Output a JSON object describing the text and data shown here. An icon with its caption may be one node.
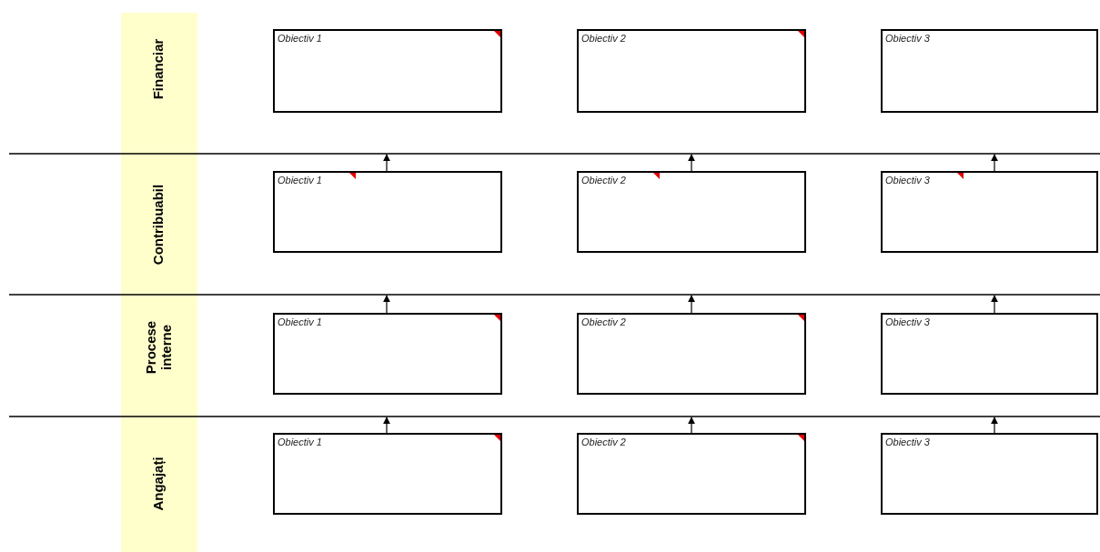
{
  "diagram": {
    "nodes": [
      {
        "text": [
          "Obiectiv 1"
        ]
      },
      {
        "text": [
          "Obiectiv 2"
        ]
      },
      {
        "text": [
          "Obiectiv 3"
        ]
      },
      {
        "text": [
          "Obiectiv 1"
        ]
      },
      {
        "text": [
          "Obiectiv 2"
        ]
      },
      {
        "text": [
          "Obiectiv 3"
        ]
      },
      {
        "text": [
          "Obiectiv 1"
        ]
      },
      {
        "text": [
          "Obiectiv 2"
        ]
      },
      {
        "text": [
          "Obiectiv 3"
        ]
      },
      {
        "text": [
          "Obiectiv 1"
        ]
      },
      {
        "text": [
          "Obiectiv 2"
        ]
      },
      {
        "text": [
          "Obiectiv 3"
        ]
      }
    ],
    "edges": [
      {
        "from": 3,
        "to": null,
        "arrow": "to"
      },
      {
        "from": 4,
        "to": null,
        "arrow": "to"
      },
      {
        "from": 5,
        "to": null,
        "arrow": "to"
      },
      {
        "from": 6,
        "to": null,
        "arrow": "to"
      },
      {
        "from": 7,
        "to": null,
        "arrow": "to"
      },
      {
        "from": 8,
        "to": null,
        "arrow": "to"
      },
      {
        "from": 9,
        "to": null,
        "arrow": "to"
      },
      {
        "from": 10,
        "to": null,
        "arrow": "to"
      },
      {
        "from": 11,
        "to": null,
        "arrow": "to"
      }
    ],
    "labels": [
      "Financiar",
      "Contribuabil",
      "Procese interne",
      "Angajați"
    ]
  }
}
